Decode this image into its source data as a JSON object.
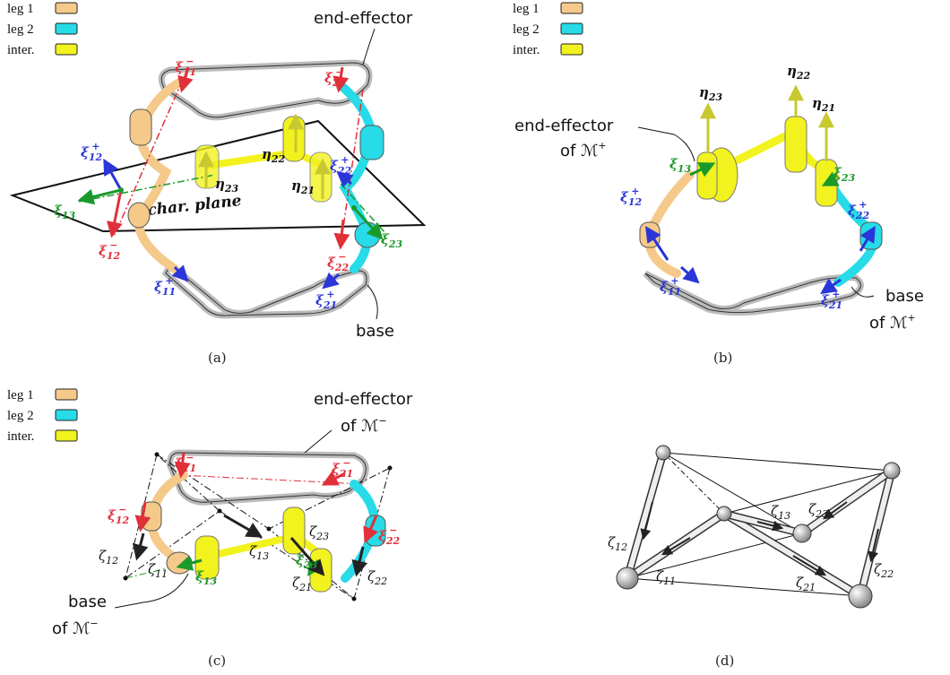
{
  "colors": {
    "leg1": "#f4c98a",
    "leg2": "#27dbe8",
    "inter": "#f2f21e",
    "xi_minus": "#e0303a",
    "xi_plus": "#2b36d8",
    "xi_inter": "#1a9a2a",
    "eta": "#c8c830",
    "link": "#d8d8d8"
  },
  "legend": {
    "leg1": "leg 1",
    "leg2": "leg 2",
    "inter": "inter."
  },
  "panels": {
    "a": {
      "caption": "(a)",
      "end_effector": "end-effector",
      "base": "base",
      "plane": "char. plane",
      "xi11m": "ξ",
      "xi11m_sub": "11",
      "xi11m_sup": "−",
      "xi21m": "ξ",
      "xi21m_sub": "21",
      "xi21m_sup": "−",
      "xi12p": "ξ",
      "xi12p_sub": "12",
      "xi12p_sup": "+",
      "xi13": "ξ",
      "xi13_sub": "13",
      "xi12m": "ξ",
      "xi12m_sub": "12",
      "xi12m_sup": "−",
      "eta22": "η",
      "eta22_sub": "22",
      "eta23": "η",
      "eta23_sub": "23",
      "eta21": "η",
      "eta21_sub": "21",
      "xi22p": "ξ",
      "xi22p_sub": "22",
      "xi22p_sup": "+",
      "xi23": "ξ",
      "xi23_sub": "23",
      "xi22m": "ξ",
      "xi22m_sub": "22",
      "xi22m_sup": "−",
      "xi11p": "ξ",
      "xi11p_sub": "11",
      "xi11p_sup": "+",
      "xi21p": "ξ",
      "xi21p_sub": "21",
      "xi21p_sup": "+"
    },
    "b": {
      "caption": "(b)",
      "end_effector_l1": "end-effector",
      "end_effector_l2": "of ℳ",
      "end_effector_sup": "+",
      "base_l1": "base",
      "base_l2": "of ℳ",
      "base_sup": "+",
      "eta23": "η",
      "eta23_sub": "23",
      "eta22": "η",
      "eta22_sub": "22",
      "eta21": "η",
      "eta21_sub": "21",
      "xi13": "ξ",
      "xi13_sub": "13",
      "xi23": "ξ",
      "xi23_sub": "23",
      "xi12p": "ξ",
      "xi12p_sub": "12",
      "xi12p_sup": "+",
      "xi22p": "ξ",
      "xi22p_sub": "22",
      "xi22p_sup": "+",
      "xi11p": "ξ",
      "xi11p_sub": "11",
      "xi11p_sup": "+",
      "xi21p": "ξ",
      "xi21p_sub": "21",
      "xi21p_sup": "+"
    },
    "c": {
      "caption": "(c)",
      "end_effector_l1": "end-effector",
      "end_effector_l2": "of ℳ",
      "end_effector_sup": "−",
      "base_l1": "base",
      "base_l2": "of ℳ",
      "base_sup": "−",
      "xi11m": "ξ",
      "xi11m_sub": "11",
      "xi11m_sup": "−",
      "xi21m": "ξ",
      "xi21m_sub": "21",
      "xi21m_sup": "−",
      "xi12m": "ξ",
      "xi12m_sub": "12",
      "xi12m_sup": "−",
      "xi22m": "ξ",
      "xi22m_sub": "22",
      "xi22m_sup": "−",
      "xi13": "ξ",
      "xi13_sub": "13",
      "xi23": "ξ",
      "xi23_sub": "23",
      "z12": "ζ",
      "z12_sub": "12",
      "z11": "ζ",
      "z11_sub": "11",
      "z13": "ζ",
      "z13_sub": "13",
      "z23": "ζ",
      "z23_sub": "23",
      "z21": "ζ",
      "z21_sub": "21",
      "z22": "ζ",
      "z22_sub": "22"
    },
    "d": {
      "caption": "(d)",
      "z12": "ζ",
      "z12_sub": "12",
      "z11": "ζ",
      "z11_sub": "11",
      "z13": "ζ",
      "z13_sub": "13",
      "z23": "ζ",
      "z23_sub": "23",
      "z21": "ζ",
      "z21_sub": "21",
      "z22": "ζ",
      "z22_sub": "22"
    }
  }
}
